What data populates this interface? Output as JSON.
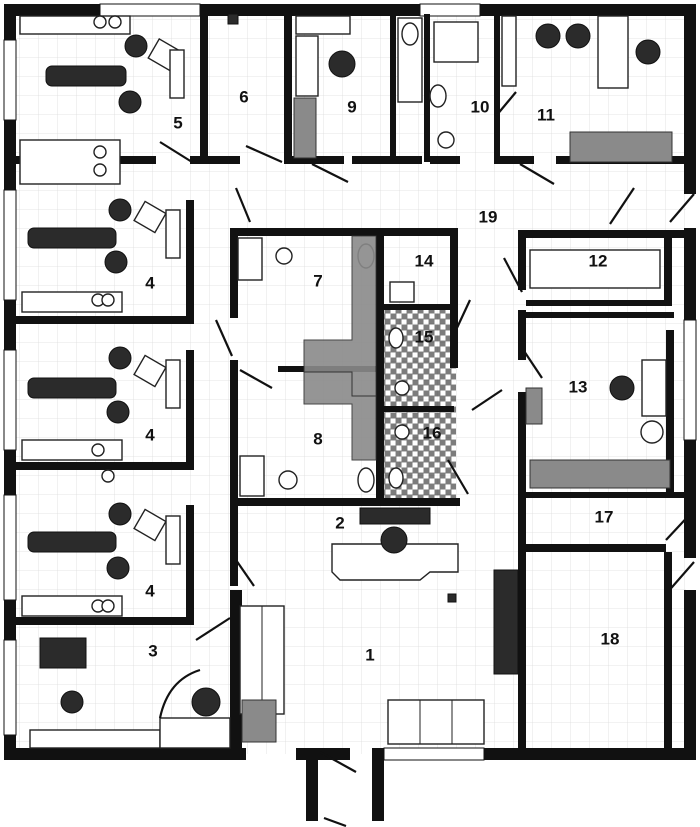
{
  "floor_plan": {
    "rooms": [
      {
        "id": "room-1",
        "number": "1"
      },
      {
        "id": "room-2",
        "number": "2"
      },
      {
        "id": "room-3",
        "number": "3"
      },
      {
        "id": "room-4a",
        "number": "4"
      },
      {
        "id": "room-4b",
        "number": "4"
      },
      {
        "id": "room-4c",
        "number": "4"
      },
      {
        "id": "room-5",
        "number": "5"
      },
      {
        "id": "room-6",
        "number": "6"
      },
      {
        "id": "room-7",
        "number": "7"
      },
      {
        "id": "room-8",
        "number": "8"
      },
      {
        "id": "room-9",
        "number": "9"
      },
      {
        "id": "room-10",
        "number": "10"
      },
      {
        "id": "room-11",
        "number": "11"
      },
      {
        "id": "room-12",
        "number": "12"
      },
      {
        "id": "room-13",
        "number": "13"
      },
      {
        "id": "room-14",
        "number": "14"
      },
      {
        "id": "room-15",
        "number": "15"
      },
      {
        "id": "room-16",
        "number": "16"
      },
      {
        "id": "room-17",
        "number": "17"
      },
      {
        "id": "room-18",
        "number": "18"
      },
      {
        "id": "room-19",
        "number": "19"
      }
    ],
    "colors": {
      "wall": "#111111",
      "grid": "#d8d8d8",
      "floor": "#ffffff",
      "furniture_dark": "#2b2b2b",
      "furniture_mid": "#8a8a8a"
    }
  }
}
